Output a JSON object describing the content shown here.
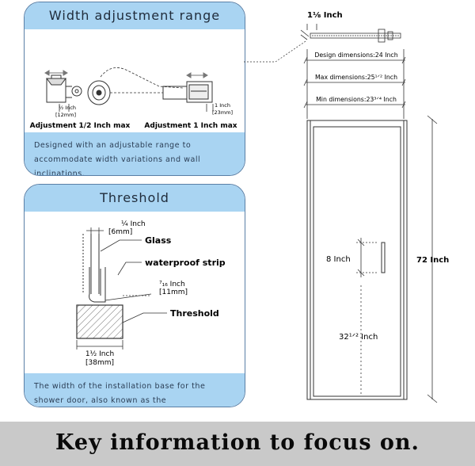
{
  "width_panel": {
    "title": "Width adjustment range",
    "left_dim": "½ Inch",
    "left_dim_mm": "[12mm]",
    "right_dim": "1 Inch",
    "right_dim_mm": "[23mm]",
    "left_label": "Adjustment 1/2 Inch max",
    "right_label": "Adjustment 1 Inch max",
    "description": "Designed with an adjustable range to accommodate width variations and wall inclinations."
  },
  "threshold_panel": {
    "title": "Threshold",
    "top_dim": "¼ Inch",
    "top_dim_mm": "[6mm]",
    "label_glass": "Glass",
    "label_strip": "waterproof strip",
    "mid_dim": "⁷₁₆ Inch",
    "mid_dim_mm": "[11mm]",
    "label_threshold": "Threshold",
    "bottom_dim": "1½ Inch",
    "bottom_dim_mm": "[38mm]",
    "description": "The width of the installation base for the shower door, also known as the"
  },
  "door": {
    "profile_dim": "1⅛ Inch",
    "design_dim": "Design dimensions:24 Inch",
    "max_dim": "Max dimensions:25¹ᐟ² Inch",
    "min_dim": "Min dimensions:23³ᐟ⁴ Inch",
    "handle_dim": "8 Inch",
    "height_dim": "72 Inch",
    "handle_height_dim": "32¹ᐟ² Inch"
  },
  "banner": {
    "text": "Key information to focus on."
  }
}
